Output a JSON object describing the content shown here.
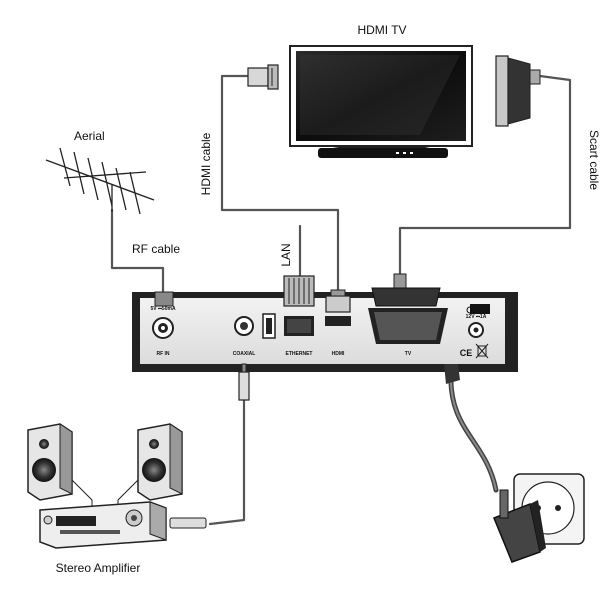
{
  "labels": {
    "hdmi_tv": "HDMI TV",
    "aerial": "Aerial",
    "hdmi_cable": "HDMI cable",
    "scart_cable": "Scart cable",
    "rf_cable": "RF cable",
    "lan": "LAN",
    "stereo_amplifier": "Stereo Amplifier"
  },
  "ports": {
    "rf_in": "RF IN",
    "coaxial": "COAXIAL",
    "ethernet": "ETHERNET",
    "hdmi": "HDMI",
    "tv": "TV",
    "power": "12V ⎓1A",
    "rf_loop": "5V ⎓50mA",
    "ce_mark": "CE"
  }
}
